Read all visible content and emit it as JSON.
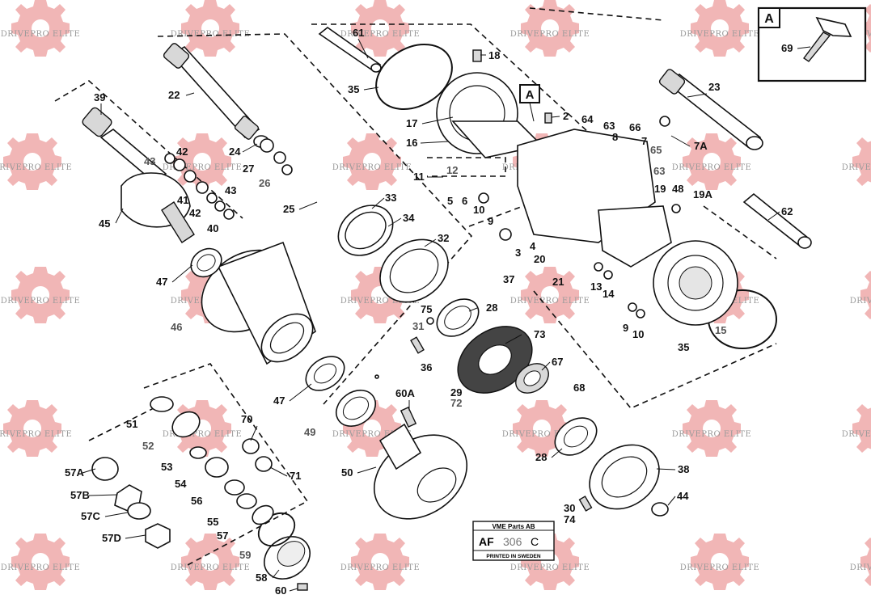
{
  "watermark": {
    "text": "DRIVEPRO ELITE",
    "color": "#e57a7a"
  },
  "inset": {
    "tag": "A",
    "part_label": "69"
  },
  "callout_letter": "A",
  "stamp": {
    "company": "VME Parts AB",
    "code_prefix": "AF",
    "code_number": "306",
    "code_suffix": "C",
    "printed": "PRINTED IN SWEDEN"
  },
  "labels": [
    {
      "id": "l61",
      "text": "61"
    },
    {
      "id": "l18",
      "text": "18"
    },
    {
      "id": "l35a",
      "text": "35"
    },
    {
      "id": "l22",
      "text": "22"
    },
    {
      "id": "l39",
      "text": "39"
    },
    {
      "id": "l17",
      "text": "17"
    },
    {
      "id": "l16",
      "text": "16"
    },
    {
      "id": "l2",
      "text": "2"
    },
    {
      "id": "l64",
      "text": "64"
    },
    {
      "id": "l63a",
      "text": "63"
    },
    {
      "id": "l8",
      "text": "8"
    },
    {
      "id": "l66",
      "text": "66"
    },
    {
      "id": "l7",
      "text": "7"
    },
    {
      "id": "l65",
      "text": "65"
    },
    {
      "id": "l7a",
      "text": "7A"
    },
    {
      "id": "l23",
      "text": "23"
    },
    {
      "id": "l43a",
      "text": "43"
    },
    {
      "id": "l42a",
      "text": "42"
    },
    {
      "id": "l24",
      "text": "24"
    },
    {
      "id": "l27",
      "text": "27"
    },
    {
      "id": "l26",
      "text": "26"
    },
    {
      "id": "l11",
      "text": "11"
    },
    {
      "id": "l12",
      "text": "12"
    },
    {
      "id": "l63b",
      "text": "63"
    },
    {
      "id": "l5",
      "text": "5"
    },
    {
      "id": "l6",
      "text": "6"
    },
    {
      "id": "l10a",
      "text": "10"
    },
    {
      "id": "l9a",
      "text": "9"
    },
    {
      "id": "l19",
      "text": "19"
    },
    {
      "id": "l48",
      "text": "48"
    },
    {
      "id": "l19a",
      "text": "19A"
    },
    {
      "id": "l41",
      "text": "41"
    },
    {
      "id": "l42b",
      "text": "42"
    },
    {
      "id": "l43b",
      "text": "43"
    },
    {
      "id": "l40",
      "text": "40"
    },
    {
      "id": "l45",
      "text": "45"
    },
    {
      "id": "l25",
      "text": "25"
    },
    {
      "id": "l33",
      "text": "33"
    },
    {
      "id": "l34",
      "text": "34"
    },
    {
      "id": "l62",
      "text": "62"
    },
    {
      "id": "l3",
      "text": "3"
    },
    {
      "id": "l4",
      "text": "4"
    },
    {
      "id": "l32",
      "text": "32"
    },
    {
      "id": "l20",
      "text": "20"
    },
    {
      "id": "l21",
      "text": "21"
    },
    {
      "id": "l13",
      "text": "13"
    },
    {
      "id": "l14",
      "text": "14"
    },
    {
      "id": "l47a",
      "text": "47"
    },
    {
      "id": "l37",
      "text": "37"
    },
    {
      "id": "l75",
      "text": "75"
    },
    {
      "id": "l28a",
      "text": "28"
    },
    {
      "id": "l31",
      "text": "31"
    },
    {
      "id": "l46",
      "text": "46"
    },
    {
      "id": "l15",
      "text": "15"
    },
    {
      "id": "l9b",
      "text": "9"
    },
    {
      "id": "l10b",
      "text": "10"
    },
    {
      "id": "l35b",
      "text": "35"
    },
    {
      "id": "l73",
      "text": "73"
    },
    {
      "id": "l36",
      "text": "36"
    },
    {
      "id": "l67",
      "text": "67"
    },
    {
      "id": "l68",
      "text": "68"
    },
    {
      "id": "l47b",
      "text": "47"
    },
    {
      "id": "l60a",
      "text": "60A"
    },
    {
      "id": "l29",
      "text": "29"
    },
    {
      "id": "l72",
      "text": "72"
    },
    {
      "id": "l51",
      "text": "51"
    },
    {
      "id": "l70",
      "text": "70"
    },
    {
      "id": "l49",
      "text": "49"
    },
    {
      "id": "l52",
      "text": "52"
    },
    {
      "id": "l53",
      "text": "53"
    },
    {
      "id": "l71",
      "text": "71"
    },
    {
      "id": "l50",
      "text": "50"
    },
    {
      "id": "l28b",
      "text": "28"
    },
    {
      "id": "l38",
      "text": "38"
    },
    {
      "id": "l57a",
      "text": "57A"
    },
    {
      "id": "l54",
      "text": "54"
    },
    {
      "id": "l57b",
      "text": "57B"
    },
    {
      "id": "l56",
      "text": "56"
    },
    {
      "id": "l44",
      "text": "44"
    },
    {
      "id": "l30",
      "text": "30"
    },
    {
      "id": "l74",
      "text": "74"
    },
    {
      "id": "l57c",
      "text": "57C"
    },
    {
      "id": "l55",
      "text": "55"
    },
    {
      "id": "l57",
      "text": "57"
    },
    {
      "id": "l57d",
      "text": "57D"
    },
    {
      "id": "l59",
      "text": "59"
    },
    {
      "id": "l58",
      "text": "58"
    },
    {
      "id": "l60",
      "text": "60"
    }
  ]
}
